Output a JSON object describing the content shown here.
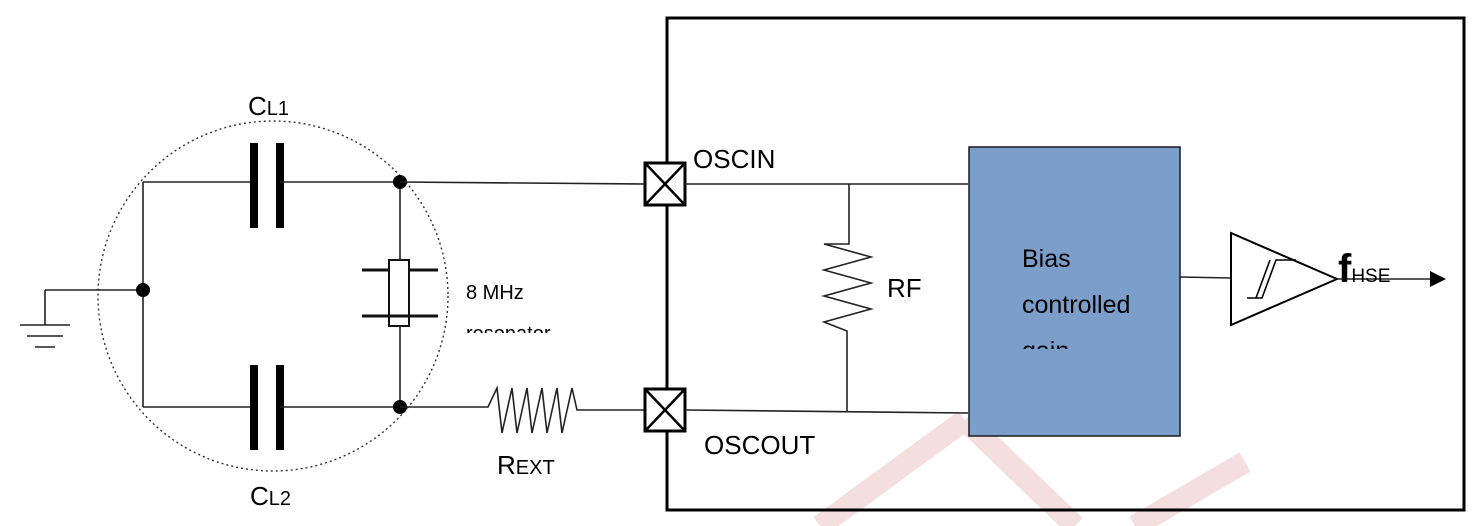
{
  "labels": {
    "cl1_main": "C",
    "cl1_sub": "L1",
    "cl2_main": "C",
    "cl2_sub": "L2",
    "crystal_freq": "8 MHz",
    "crystal_word": "resonator",
    "oscin": "OSCIN",
    "oscout": "OSCOUT",
    "rf": "RF",
    "rext_main": "R",
    "rext_sub": "EXT",
    "bias_line1": "Bias",
    "bias_line2": "controlled",
    "bias_line3": "gain",
    "fhse_main": "f",
    "fhse_sub": "HSE"
  },
  "colors": {
    "bias_block_fill": "#7b9ecb",
    "bias_block_stroke": "#1a1a1a",
    "watermark": "#f4dede"
  }
}
